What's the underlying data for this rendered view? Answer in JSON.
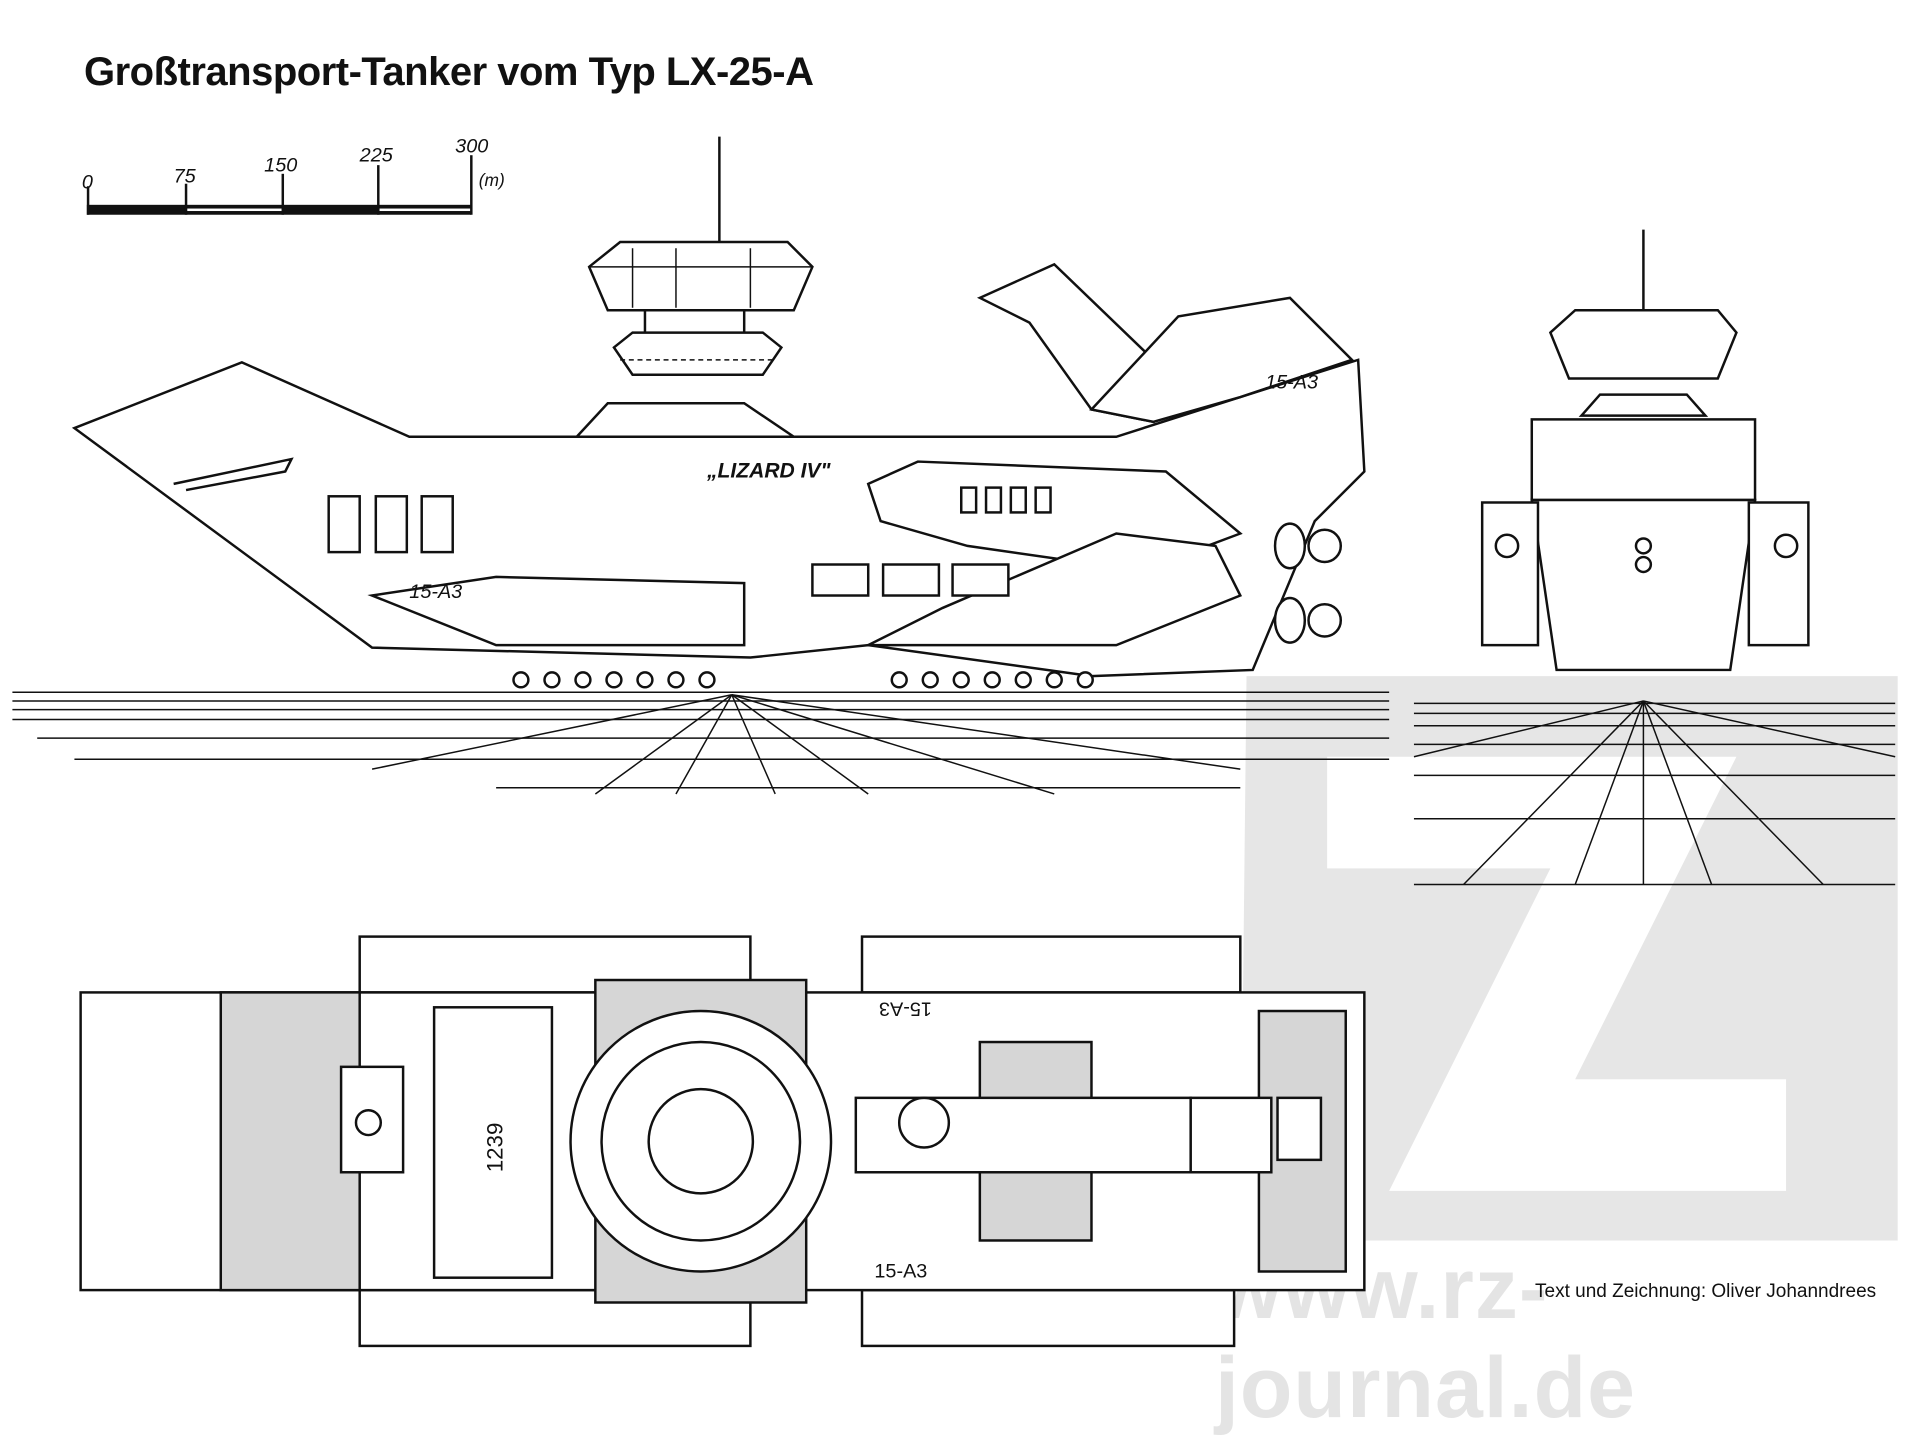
{
  "title": "Großtransport-Tanker vom Typ LX-25-A",
  "scale_bar": {
    "ticks": [
      "0",
      "75",
      "150",
      "225",
      "300"
    ],
    "unit": "(m)"
  },
  "side_view": {
    "ship_name": "„LIZARD IV\"",
    "hull_code_front": "15-A3",
    "hull_code_rear": "15-A3"
  },
  "top_view": {
    "hatch_number": "1239",
    "hull_code_top": "15-A3",
    "hull_code_bottom": "15-A3"
  },
  "watermark": "www.rz-journal.de",
  "credit": "Text und Zeichnung: Oliver Johanndrees"
}
